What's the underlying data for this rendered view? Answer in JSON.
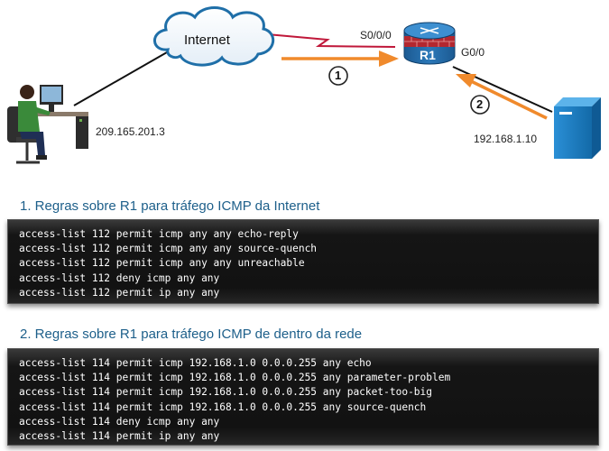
{
  "diagram": {
    "cloud_label": "Internet",
    "router_label": "R1",
    "serial_interface": "S0/0/0",
    "gig_interface": "G0/0",
    "pc_ip": "209.165.201.3",
    "server_ip": "192.168.1.10",
    "step1_label": "1",
    "step2_label": "2",
    "colors": {
      "serial_link": "#c0183a",
      "arrow": "#f08a2c",
      "cloud": "#1f6fa8",
      "router": "#1a5f9e",
      "server": "#1d7ec4"
    }
  },
  "sections": [
    {
      "title": "1. Regras sobre R1 para tráfego ICMP da Internet",
      "lines": [
        "access-list 112 permit icmp any any echo-reply",
        "access-list 112 permit icmp any any source-quench",
        "access-list 112 permit icmp any any unreachable",
        "access-list 112 deny icmp any any",
        "access-list 112 permit ip any any"
      ]
    },
    {
      "title": "2. Regras sobre R1 para tráfego ICMP de dentro da rede",
      "lines": [
        "access-list 114 permit icmp 192.168.1.0 0.0.0.255 any echo",
        "access-list 114 permit icmp 192.168.1.0 0.0.0.255 any parameter-problem",
        "access-list 114 permit icmp 192.168.1.0 0.0.0.255 any packet-too-big",
        "access-list 114 permit icmp 192.168.1.0 0.0.0.255 any source-quench",
        "access-list 114 deny icmp any any",
        "access-list 114 permit ip any any"
      ]
    }
  ]
}
